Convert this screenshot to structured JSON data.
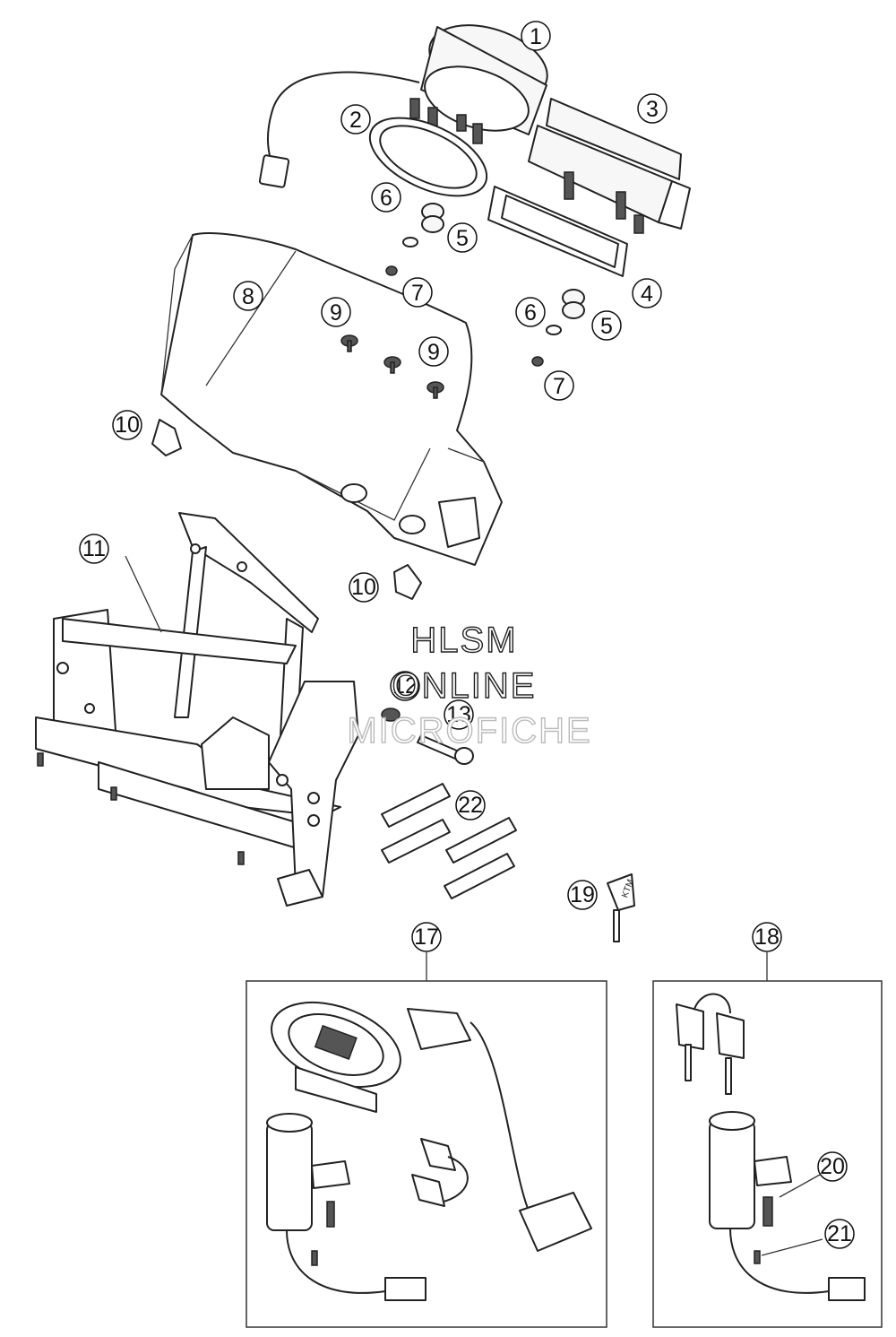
{
  "watermark": {
    "line1": "HLSM",
    "line2": "ONLINE",
    "line3": "MICROFICHE"
  },
  "callouts": [
    {
      "id": "c1",
      "label": "1"
    },
    {
      "id": "c2",
      "label": "2"
    },
    {
      "id": "c3",
      "label": "3"
    },
    {
      "id": "c4",
      "label": "4"
    },
    {
      "id": "c5a",
      "label": "5"
    },
    {
      "id": "c5b",
      "label": "5"
    },
    {
      "id": "c6a",
      "label": "6"
    },
    {
      "id": "c6b",
      "label": "6"
    },
    {
      "id": "c7a",
      "label": "7"
    },
    {
      "id": "c7b",
      "label": "7"
    },
    {
      "id": "c8",
      "label": "8"
    },
    {
      "id": "c9a",
      "label": "9"
    },
    {
      "id": "c9b",
      "label": "9"
    },
    {
      "id": "c10a",
      "label": "10"
    },
    {
      "id": "c10b",
      "label": "10"
    },
    {
      "id": "c11",
      "label": "11"
    },
    {
      "id": "c12",
      "label": "12"
    },
    {
      "id": "c13",
      "label": "13"
    },
    {
      "id": "c17",
      "label": "17"
    },
    {
      "id": "c18",
      "label": "18"
    },
    {
      "id": "c19",
      "label": "19"
    },
    {
      "id": "c20",
      "label": "20"
    },
    {
      "id": "c21",
      "label": "21"
    },
    {
      "id": "c22",
      "label": "22"
    }
  ],
  "key_logo_text": "KTM"
}
